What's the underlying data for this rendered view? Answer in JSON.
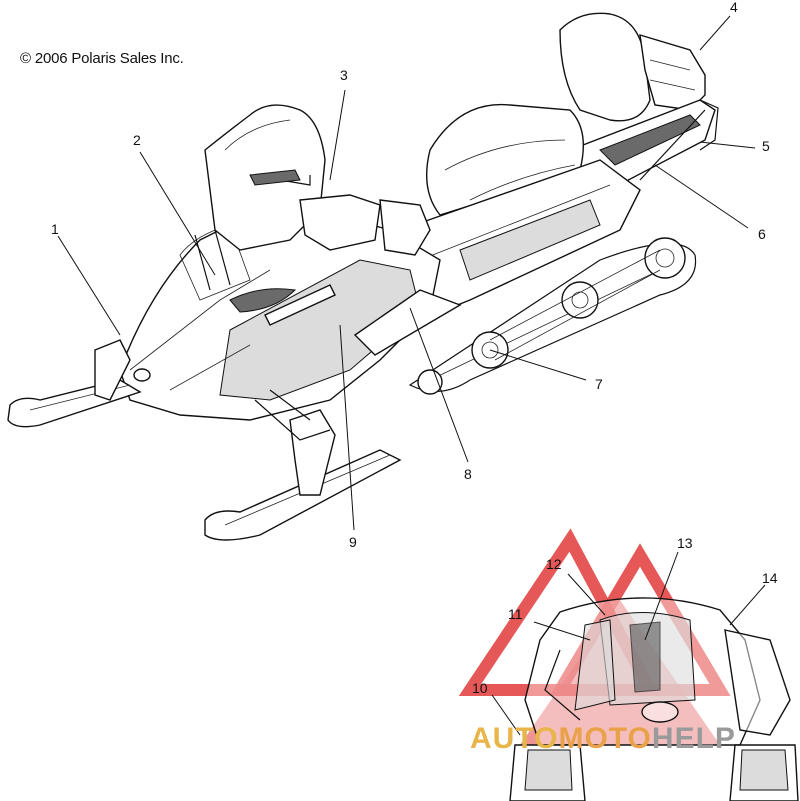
{
  "copyright": "© 2006 Polaris Sales Inc.",
  "callouts": [
    {
      "id": "1",
      "label": "1"
    },
    {
      "id": "2",
      "label": "2"
    },
    {
      "id": "3",
      "label": "3"
    },
    {
      "id": "4",
      "label": "4"
    },
    {
      "id": "5",
      "label": "5"
    },
    {
      "id": "6",
      "label": "6"
    },
    {
      "id": "7",
      "label": "7"
    },
    {
      "id": "8",
      "label": "8"
    },
    {
      "id": "9",
      "label": "9"
    },
    {
      "id": "10",
      "label": "10"
    },
    {
      "id": "11",
      "label": "11"
    },
    {
      "id": "12",
      "label": "12"
    },
    {
      "id": "13",
      "label": "13"
    },
    {
      "id": "14",
      "label": "14"
    }
  ],
  "watermark": {
    "part1": "AUTO",
    "part2": "MOTO",
    "part3": "HELP",
    "color_primary": "#e23b3b",
    "color_secondary": "#e8a84a"
  }
}
